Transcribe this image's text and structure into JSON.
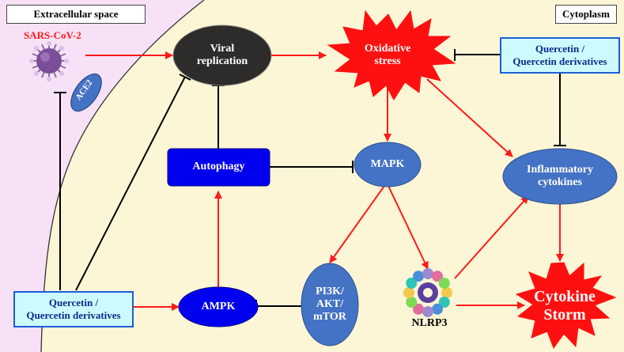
{
  "regions": {
    "extracellular": "Extracellular space",
    "cytoplasm": "Cytoplasm"
  },
  "virus": {
    "name": "SARS-CoV-2",
    "receptor": "ACE2"
  },
  "nodes": {
    "viral_replication": "Viral\nreplication",
    "oxidative_stress": "Oxidative\nstress",
    "autophagy": "Autophagy",
    "mapk": "MAPK",
    "inflammatory_cytokines": "Inflammatory\ncytokines",
    "ampk": "AMPK",
    "pi3k": "PI3K/\nAKT/\nmTOR",
    "nlrp3": "NLRP3",
    "cytokine_storm": "Cytokine\nStorm"
  },
  "quercetin_top": "Quercetin /\nQuercetin derivatives",
  "quercetin_bottom": "Quercetin /\nQuercetin derivatives",
  "colors": {
    "background": "#fdf6d6",
    "extracellular": "#f7e1f6",
    "activation_arrow": "#ff1a1a",
    "inhibition_line": "#000000",
    "node_blue": "#4472c4",
    "node_dark_blue": "#0000ee",
    "dark_node": "#2b2b2b",
    "starburst": "#ff1010"
  }
}
